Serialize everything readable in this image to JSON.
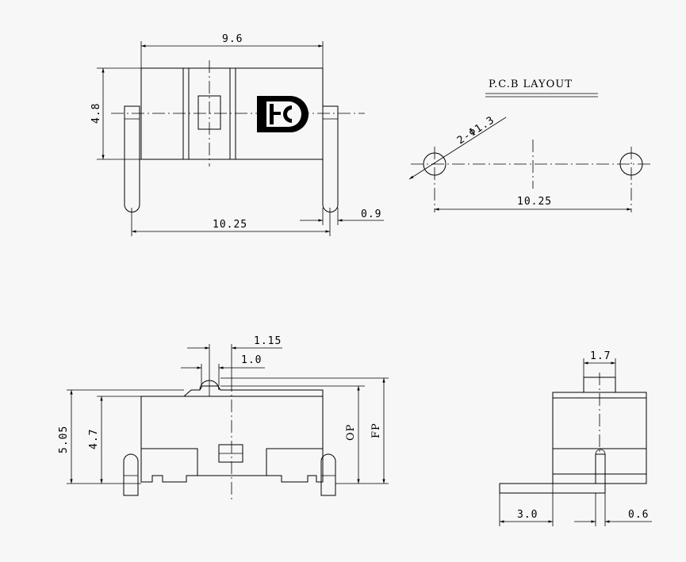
{
  "top_view": {
    "width_dim": "9.6",
    "height_dim": "4.8",
    "pin_span_dim": "10.25",
    "pin_width_dim": "0.9"
  },
  "pcb_layout": {
    "title": "P.C.B  LAYOUT",
    "hole_dim": "2-Φ1.3",
    "hole_span_dim": "10.25"
  },
  "front_view": {
    "actuator_dim_outer": "1.15",
    "actuator_dim_inner": "1.0",
    "overall_height_dim": "5.05",
    "body_height_dim": "4.7",
    "op_label": "OP",
    "fp_label": "FP"
  },
  "side_view": {
    "actuator_width_dim": "1.7",
    "pin_length_dim": "3.0",
    "pin_thickness_dim": "0.6"
  }
}
